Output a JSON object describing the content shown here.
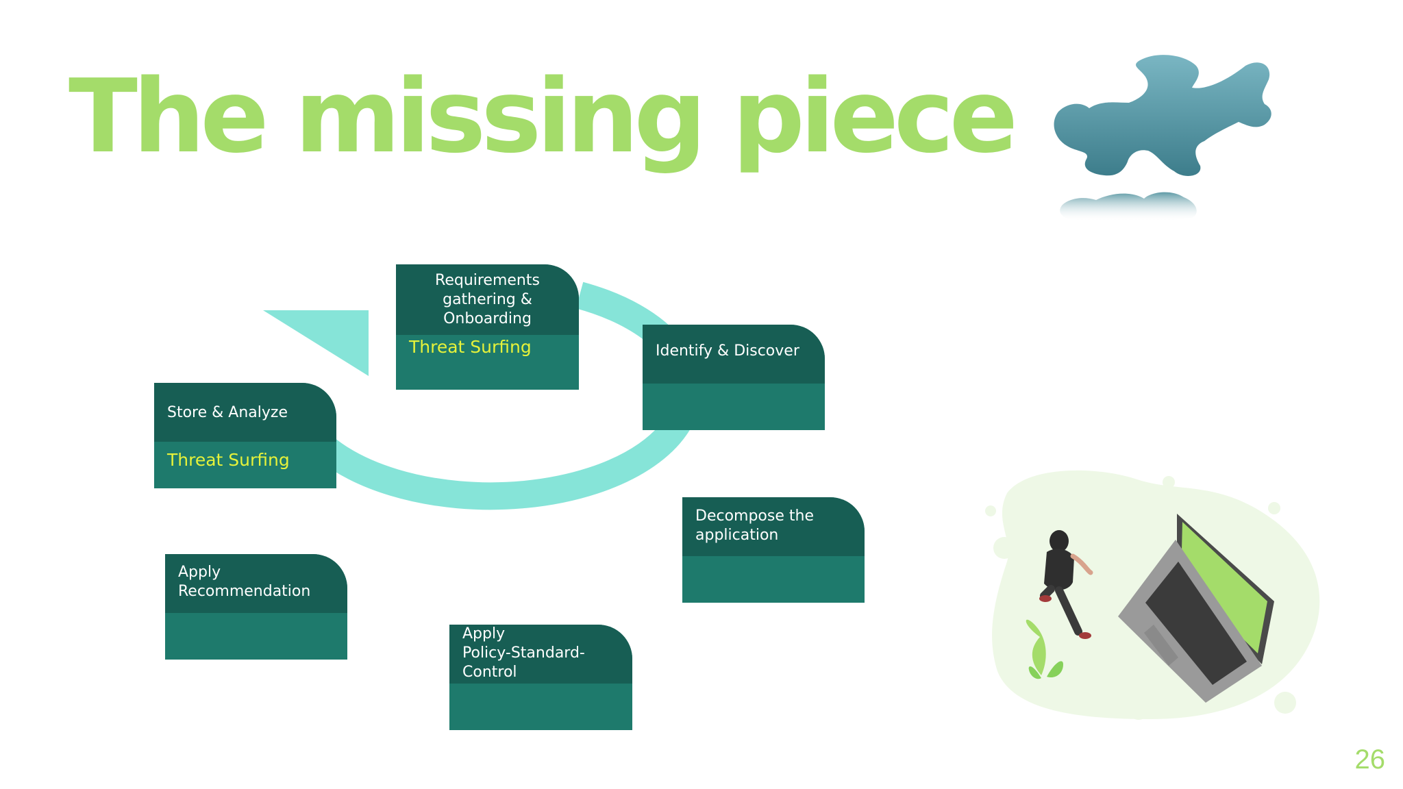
{
  "slide": {
    "title": "The missing piece",
    "page_number": "26"
  },
  "cycle": {
    "steps": [
      {
        "id": "requirements",
        "title": "Requirements\ngathering &\nOnboarding",
        "subtitle": "Threat Surfing"
      },
      {
        "id": "identify",
        "title": "Identify & Discover",
        "subtitle": ""
      },
      {
        "id": "decompose",
        "title": "Decompose the\napplication",
        "subtitle": ""
      },
      {
        "id": "apply-policy",
        "title": "Apply\nPolicy-Standard-\nControl",
        "subtitle": ""
      },
      {
        "id": "apply-recommendation",
        "title": "Apply\nRecommendation",
        "subtitle": ""
      },
      {
        "id": "store-analyze",
        "title": "Store & Analyze",
        "subtitle": "Threat Surfing"
      }
    ]
  },
  "colors": {
    "title": "#a4dc6a",
    "ring": "#86e4d8",
    "card_header": "#175e54",
    "card_body": "#1e7a6c",
    "highlight_text": "#e6f23a",
    "laptop_screen": "#a4dc6a",
    "puzzle": "#4f93a1"
  },
  "icons": {
    "puzzle": "puzzle-piece-icon",
    "illustration": "person-walking-laptop-illustration"
  }
}
